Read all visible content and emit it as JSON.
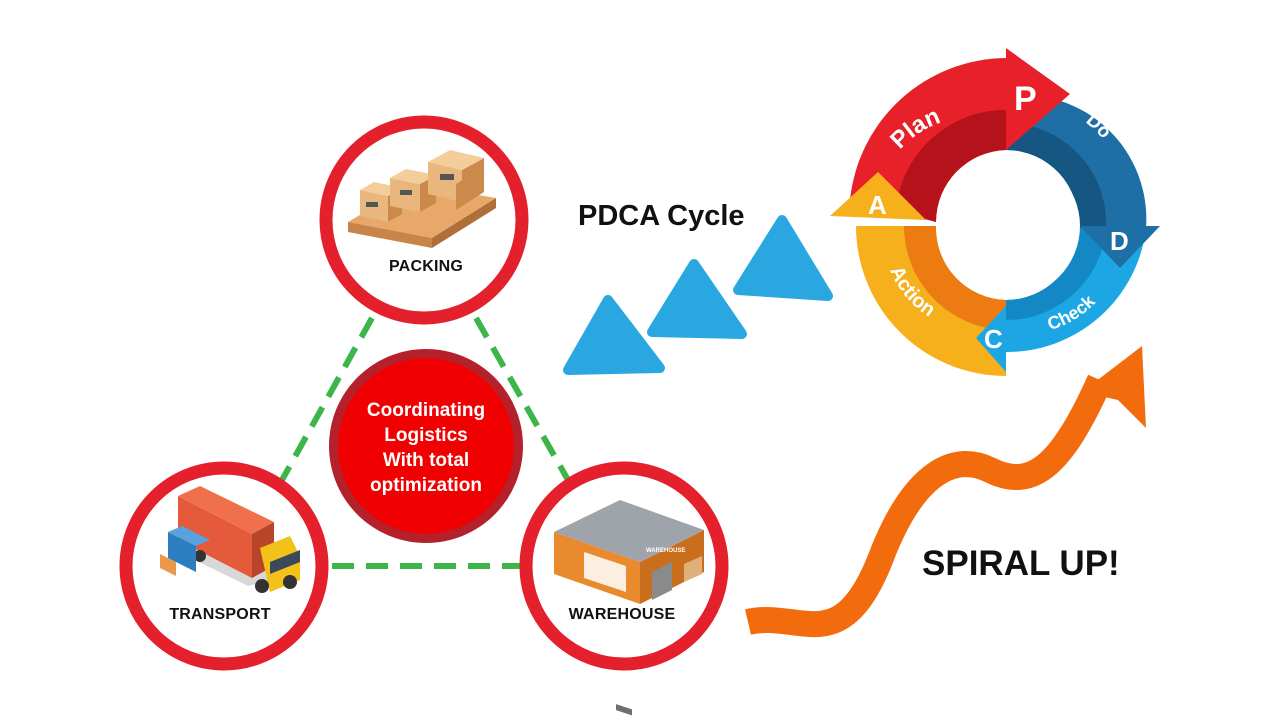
{
  "logistics": {
    "center": [
      "Coordinating",
      "Logistics",
      "With total",
      "optimization"
    ],
    "nodes": {
      "packing": "PACKING",
      "transport": "TRANSPORT",
      "warehouse": "WAREHOUSE"
    },
    "warehouse_sign": "WAREHOUSE"
  },
  "pdca": {
    "title": "PDCA Cycle",
    "segments": {
      "plan": "Plan",
      "do": "Do",
      "check": "Check",
      "action": "Action"
    },
    "letters": {
      "p": "P",
      "d": "D",
      "c": "C",
      "a": "A"
    }
  },
  "spiral": {
    "label": "SPIRAL UP!"
  },
  "colors": {
    "ring_red": "#e3202b",
    "center_red": "#f00000",
    "dash_green": "#3db54a",
    "arrow_blue": "#2aa7e0",
    "plan_red": "#e8202a",
    "do_blue": "#1e6fa5",
    "check_blue": "#1ca6e4",
    "action_yellow": "#f5b01c",
    "spiral_orange": "#f26c0d"
  }
}
